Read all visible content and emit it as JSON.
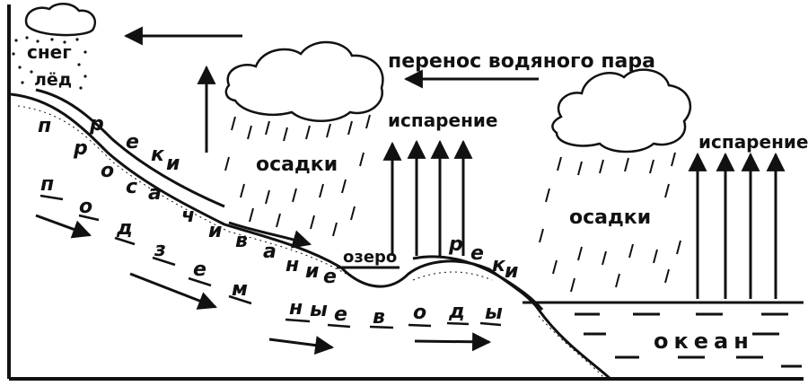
{
  "labels": {
    "snow": "снег",
    "ice": "лёд",
    "vapor_transport": "перенос водяного пара",
    "evaporation_lake": "испарение",
    "evaporation_ocean": "испарение",
    "precip_left": "осадки",
    "precip_right": "осадки",
    "lake": "озеро",
    "ocean": "океан"
  },
  "letter_sequences": {
    "rivers_upper": "реки",
    "rivers_lower": "реки",
    "seepage": "просачивание",
    "underground_a": "подзем",
    "underground_b": "ные воды"
  }
}
